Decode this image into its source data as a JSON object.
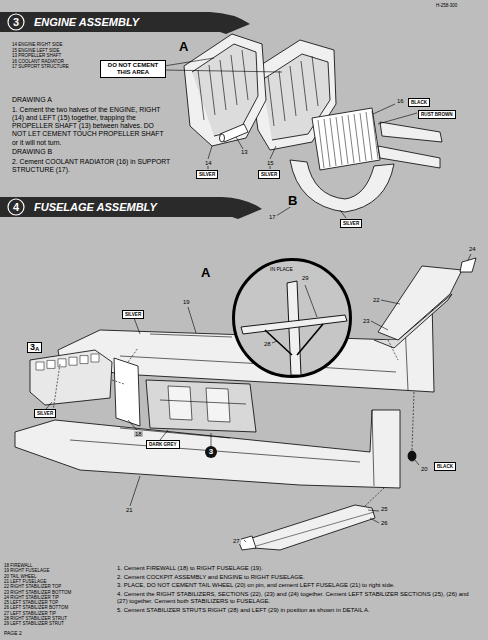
{
  "diagram": {
    "nodes": [
      {
        "text": [
          "3",
          "ENGINE ASSEMBLY"
        ]
      },
      {
        "text": [
          "DO NOT CEMENT THIS AREA"
        ]
      },
      {
        "text": [
          "SILVER"
        ]
      },
      {
        "text": [
          "SILVER"
        ]
      },
      {
        "text": [
          "BLACK"
        ]
      },
      {
        "text": [
          "RUST BROWN"
        ]
      },
      {
        "text": [
          "SILVER"
        ]
      },
      {
        "text": [
          "4",
          "FUSELAGE ASSEMBLY"
        ]
      },
      {
        "text": [
          "IN PLACE",
          "29",
          "28"
        ]
      },
      {
        "text": [
          "SILVER"
        ]
      },
      {
        "text": [
          "3",
          "A"
        ]
      },
      {
        "text": [
          "SILVER"
        ]
      },
      {
        "text": [
          "DARK GREY"
        ]
      },
      {
        "text": [
          "3"
        ]
      },
      {
        "text": [
          "BLACK"
        ]
      }
    ],
    "labels": [
      "H-258-300",
      "14 ENGINE RIGHT SIDE",
      "15 ENGINE LEFT SIDE",
      "13 PROPELLER SHAFT",
      "16 COOLANT RADIATOR",
      "17 SUPPORT STRUCTURE",
      "A",
      "DRAWING A",
      "1. Cement the two halves of the ENGINE, RIGHT (14) and LEFT (15) together, trapping the PROPELLER SHAFT (13) between halves. DO NOT LET CEMENT TOUCH PROPELLER SHAFT or it will not turn.",
      "DRAWING B",
      "2. Cement COOLANT RADIATOR (16) in SUPPORT STRUCTURE (17).",
      "14",
      "13",
      "15",
      "B",
      "16",
      "17",
      "A",
      "19",
      "24",
      "22",
      "23",
      "18",
      "20",
      "21",
      "27",
      "25",
      "26",
      "18 FIREWALL",
      "19 RIGHT FUSELAGE",
      "20 TAIL WHEEL",
      "21 LEFT FUSELAGE",
      "22 RIGHT STABILIZER TOP",
      "23 RIGHT STABILIZER BOTTOM",
      "24 RIGHT STABILIZER TIP",
      "25 LEFT STABILIZER TOP",
      "26 LEFT STABILIZER BOTTOM",
      "27 LEFT STABILIZER TIP",
      "28 RIGHT STABILIZER STRUT",
      "29 LEFT STABILIZER STRUT",
      "1. Cement FIREWALL (18) to RIGHT FUSELAGE (19).",
      "2. Cement COCKPIT ASSEMBLY and ENGINE to RIGHT FUSELAGE.",
      "3. PLACE, DO NOT CEMENT TAIL WHEEL (20) on pin, and cement LEFT FUSELAGE (21) to right side.",
      "4. Cement the RIGHT STABILIZERS, SECTIONS (22), (23) and (24) together. Cement LEFT STABILIZER SECTIONS (25), (26) and (27) together. Cement both STABILIZERS to FUSELAGE.",
      "5. Cement STABILIZER STRUTS RIGHT (28) and LEFT (29) in position as shown in DETAIL A.",
      "PAGE 2"
    ]
  }
}
